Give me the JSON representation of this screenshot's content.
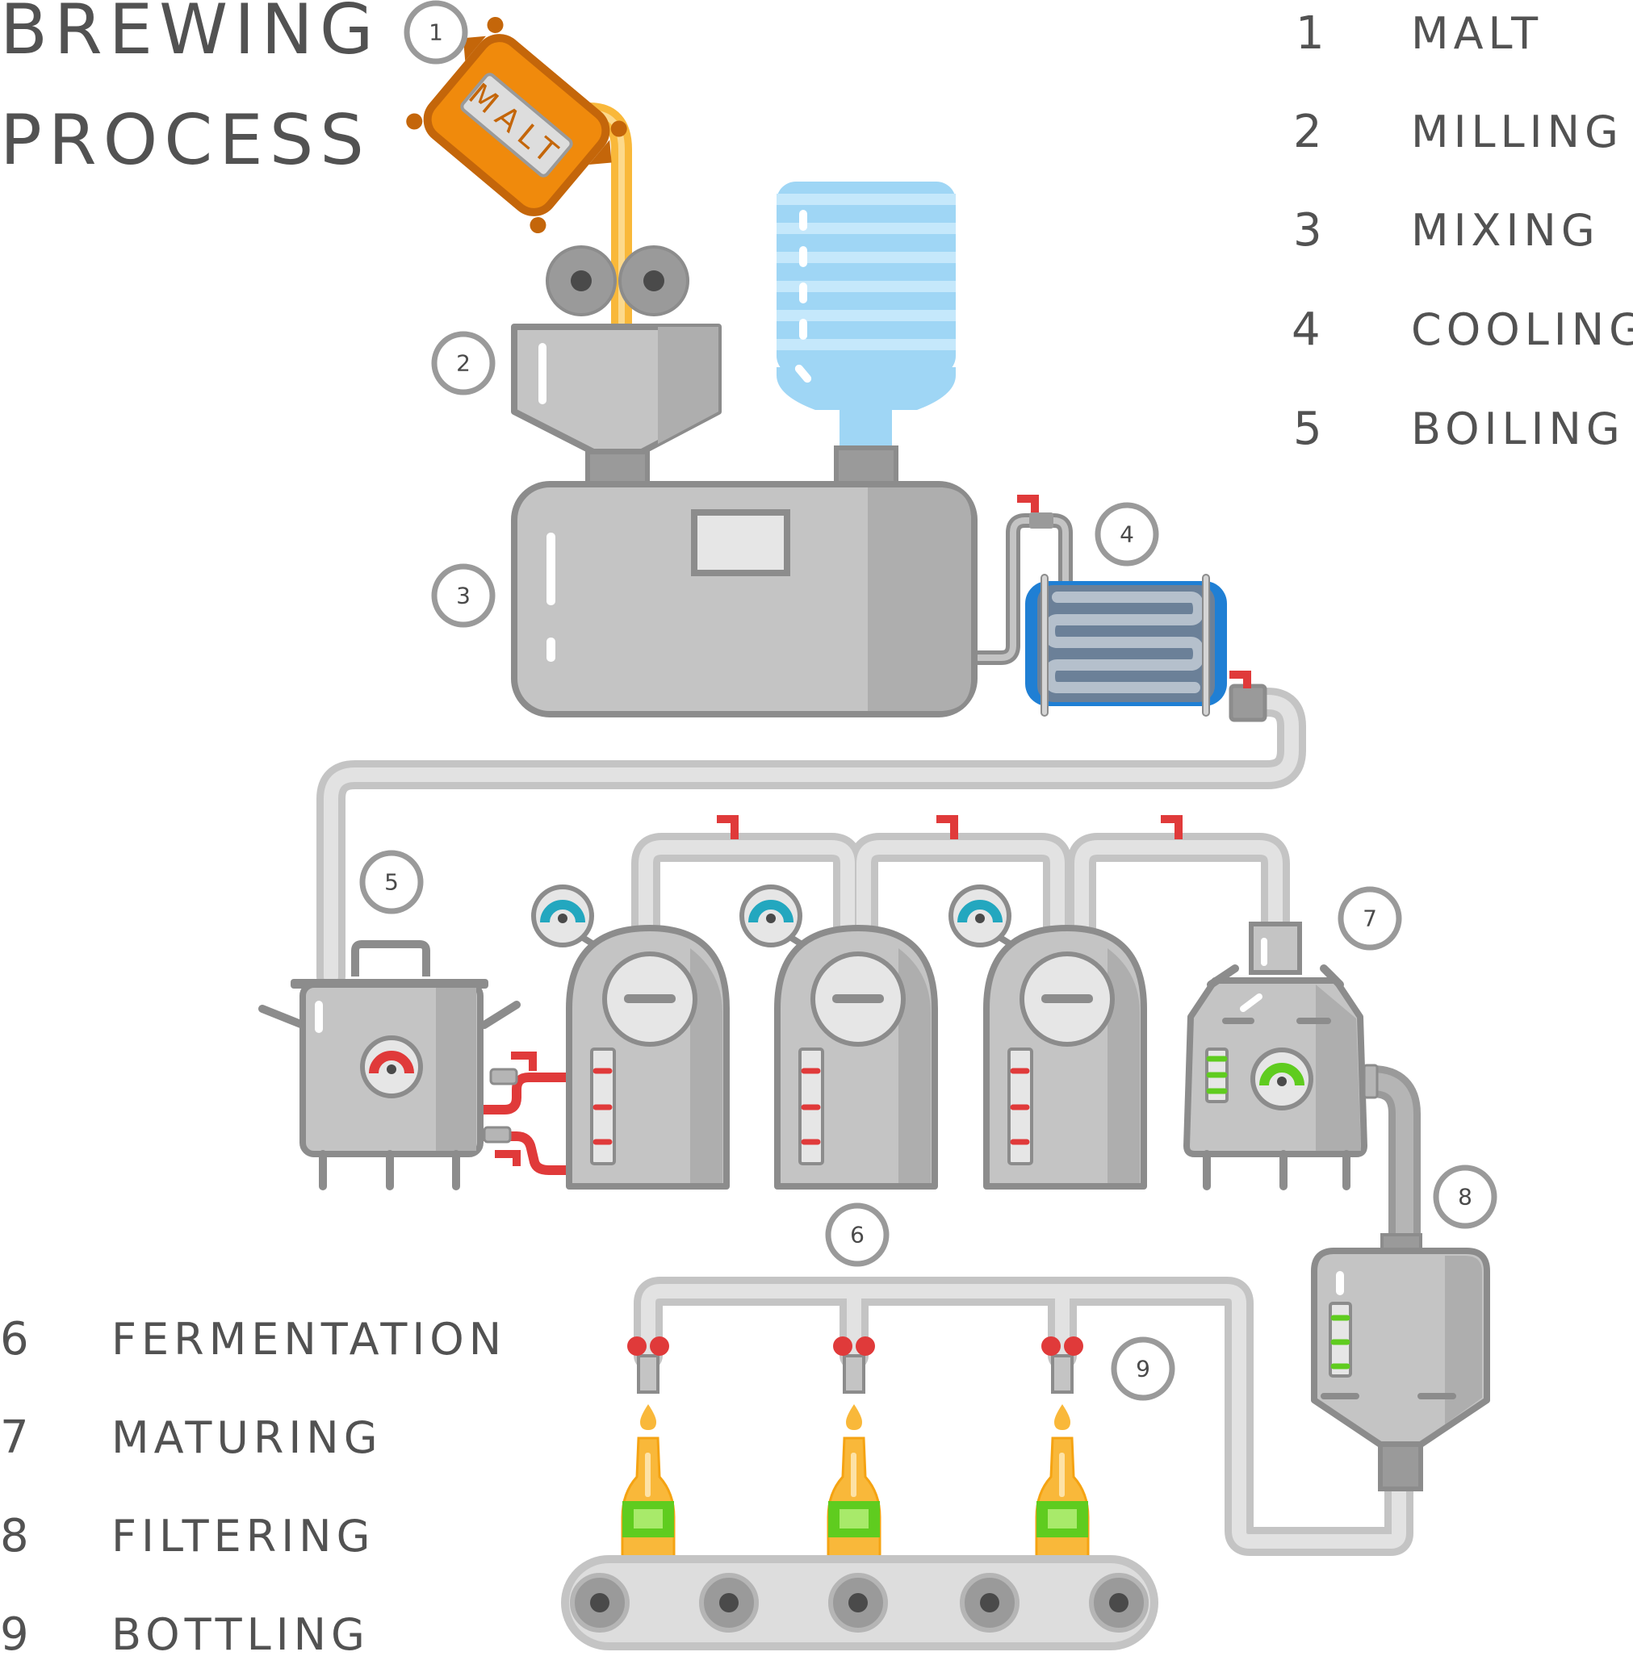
{
  "title": {
    "line1": "BREWING",
    "line2": "PROCESS"
  },
  "bag_label": "MALT",
  "legend_right": [
    {
      "num": "1",
      "label": "MALT"
    },
    {
      "num": "2",
      "label": "MILLING"
    },
    {
      "num": "3",
      "label": "MIXING"
    },
    {
      "num": "4",
      "label": "COOLING"
    },
    {
      "num": "5",
      "label": "BOILING"
    }
  ],
  "legend_left": [
    {
      "num": "6",
      "label": "FERMENTATION"
    },
    {
      "num": "7",
      "label": "MATURING"
    },
    {
      "num": "8",
      "label": "FILTERING"
    },
    {
      "num": "9",
      "label": "BOTTLING"
    }
  ],
  "step_markers": [
    "1",
    "2",
    "3",
    "4",
    "5",
    "6",
    "7",
    "8",
    "9"
  ],
  "colors": {
    "text": "#525252",
    "steel": "#c4c4c4",
    "steel_dark": "#9a9a9a",
    "steel_outline": "#8c8c8c",
    "malt_orange": "#f08a0c",
    "pipe_yellow": "#f9b83a",
    "water_blue": "#9fd6f5",
    "cooler_blue": "#1f7fd4",
    "valve_red": "#e03a3a",
    "gauge_teal": "#23a7bf",
    "gauge_green": "#5fcc1f",
    "beer": "#f9b83a",
    "bottle_label": "#8ee03a"
  },
  "icons": [
    "malt-bag-icon",
    "mill-rollers-icon",
    "hopper-icon",
    "water-jug-icon",
    "mixing-tank-icon",
    "cooler-coil-icon",
    "boiling-kettle-icon",
    "fermentation-tank-icon",
    "maturing-tank-icon",
    "filter-tank-icon",
    "bottle-icon",
    "conveyor-icon",
    "gauge-icon",
    "valve-icon"
  ]
}
